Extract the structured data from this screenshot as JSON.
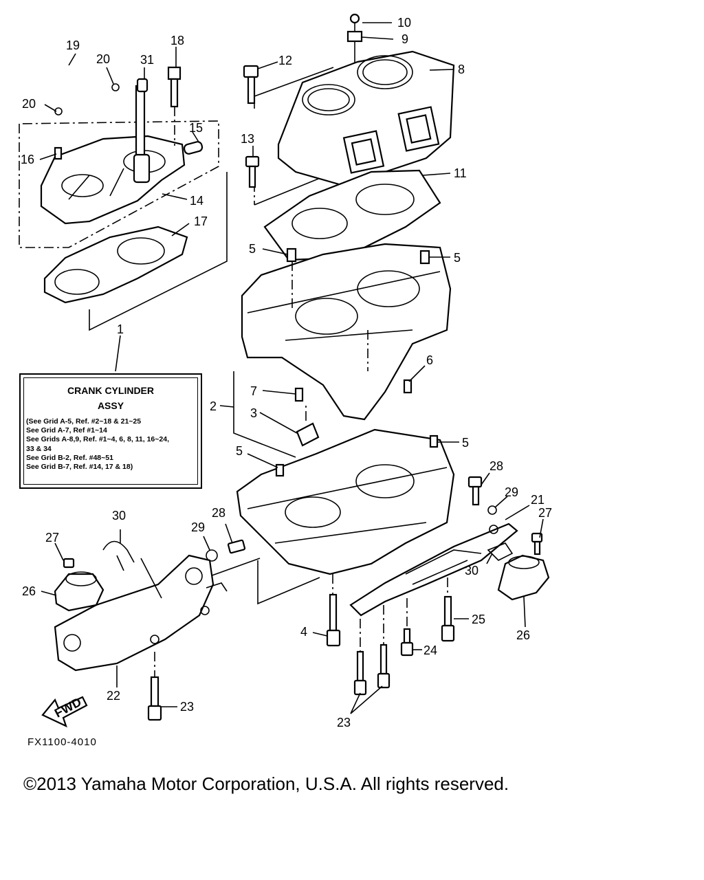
{
  "legend": {
    "title_line1": "CRANK CYLINDER",
    "title_line2": "ASSY",
    "notes": [
      "(See Grid A-5, Ref. #2~18 & 21~25",
      "See Grid A-7, Ref #1~14",
      "See Grids A-8,9, Ref. #1~4, 6, 8, 11, 16~24,",
      "33 & 34",
      "See Grid B-2, Ref. #48~51",
      "See Grid B-7, Ref. #14, 17 & 18)"
    ]
  },
  "callouts": [
    "1",
    "2",
    "3",
    "4",
    "5",
    "5",
    "5",
    "5",
    "6",
    "7",
    "8",
    "9",
    "10",
    "11",
    "12",
    "13",
    "14",
    "15",
    "16",
    "17",
    "18",
    "19",
    "20",
    "20",
    "21",
    "22",
    "23",
    "23",
    "24",
    "25",
    "26",
    "26",
    "27",
    "27",
    "28",
    "28",
    "29",
    "29",
    "30",
    "30",
    "31"
  ],
  "fwd_label": "FWD",
  "drawing_code": "FX1100-4010",
  "copyright": "©2013 Yamaha Motor Corporation, U.S.A. All rights reserved."
}
